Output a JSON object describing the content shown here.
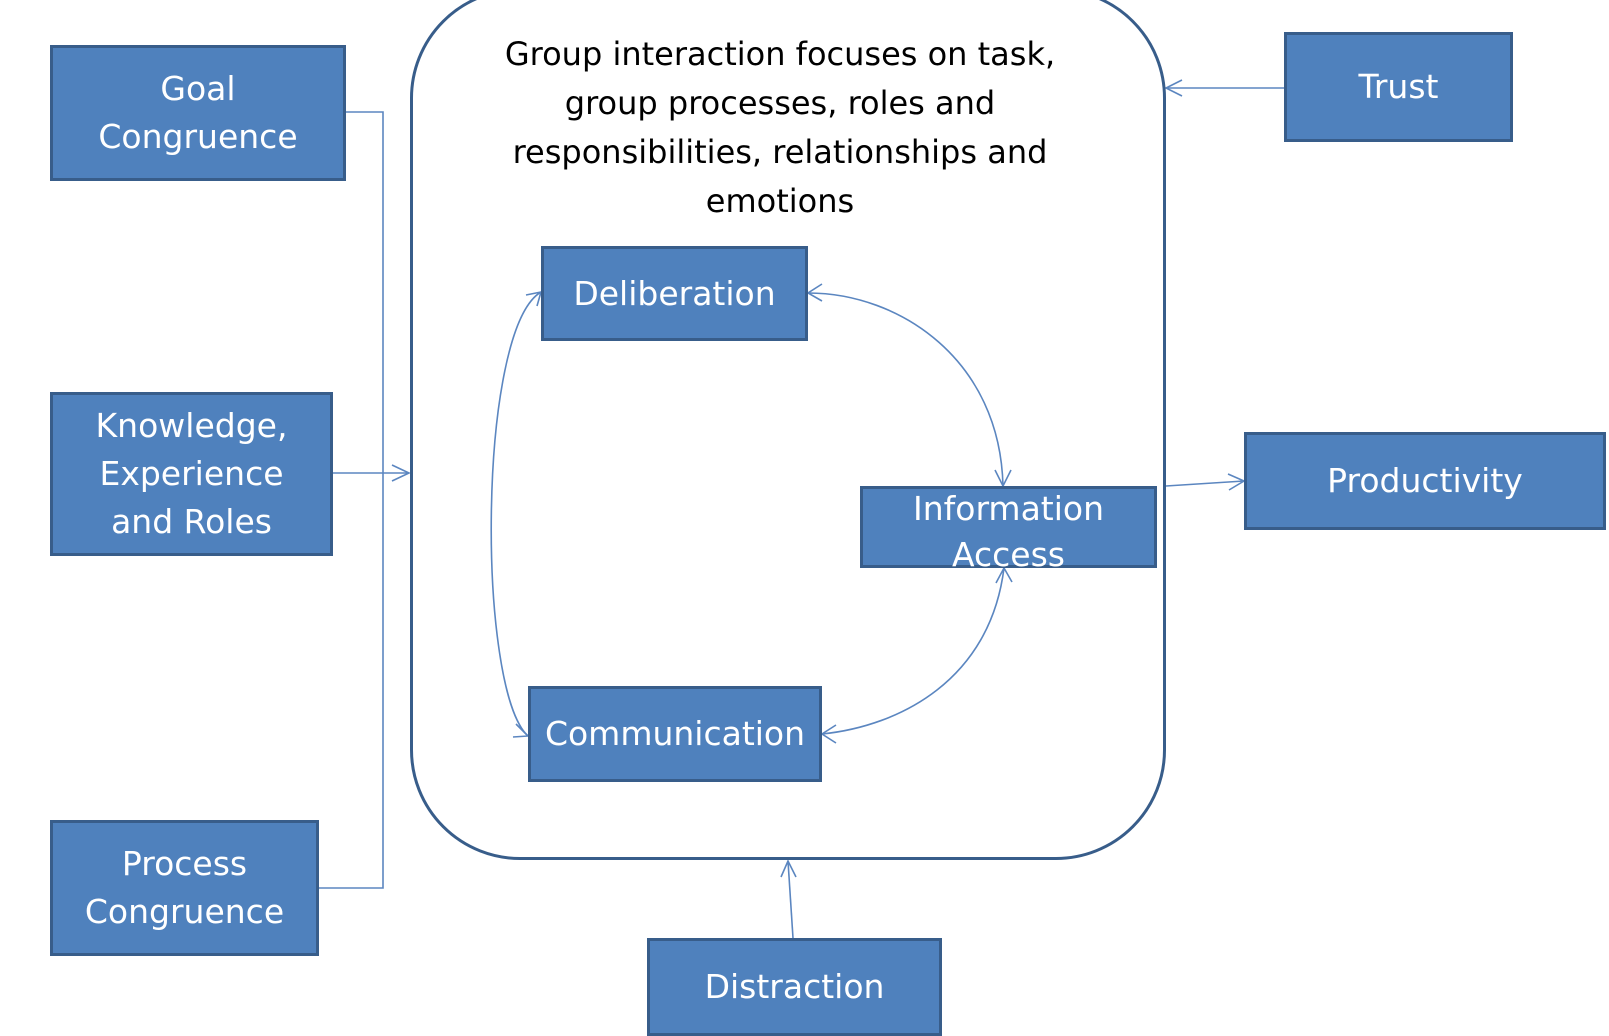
{
  "diagram": {
    "header": "Group interaction focuses on task, group processes, roles and responsibilities, relationships and emotions",
    "nodes": {
      "goal_congruence": "Goal\nCongruence",
      "knowledge_experience_roles": "Knowledge,\nExperience\nand Roles",
      "process_congruence": "Process\nCongruence",
      "deliberation": "Deliberation",
      "information_access": "Information\nAccess",
      "communication": "Communication",
      "trust": "Trust",
      "productivity": "Productivity",
      "distraction": "Distraction"
    },
    "colors": {
      "box_fill": "#4f81bd",
      "box_border": "#385d8a",
      "connector": "#5b86c0",
      "text_on_box": "#ffffff"
    }
  }
}
